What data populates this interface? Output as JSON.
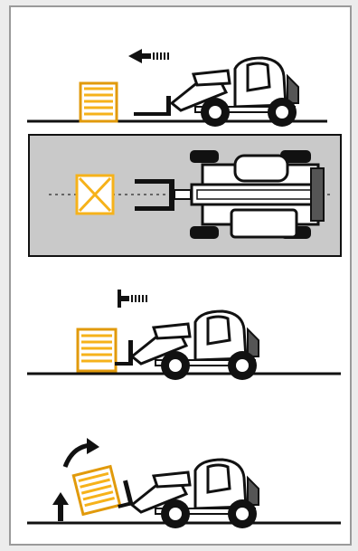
{
  "colors": {
    "page_background": "#ececec",
    "panel_background": "#ffffff",
    "frame_border": "#9a9a9a",
    "cargo_fill": "#f6b21a",
    "cargo_stroke": "#e19a0b",
    "line_color": "#111111",
    "top_view_background": "#c9c9c9",
    "machine_body": "#ffffff",
    "machine_dark": "#2a2a2a",
    "cab_accent": "#555555"
  },
  "icons": {
    "panel_1_arrow": "arrow-left-icon",
    "panel_3_arrow": "arrow-left-icon",
    "panel_4_rotate": "curved-arrow-icon",
    "panel_4_lift": "arrow-up-icon",
    "cargo": "crate-icon",
    "machine": "telehandler-icon"
  },
  "steps": [
    {
      "id": "approach-load",
      "icon": "arrow-left-icon"
    },
    {
      "id": "align-top-view",
      "icon": "crate-icon"
    },
    {
      "id": "position-under-load",
      "icon": "arrow-left-icon"
    },
    {
      "id": "lift-and-tilt",
      "icon": "curved-arrow-icon"
    }
  ]
}
